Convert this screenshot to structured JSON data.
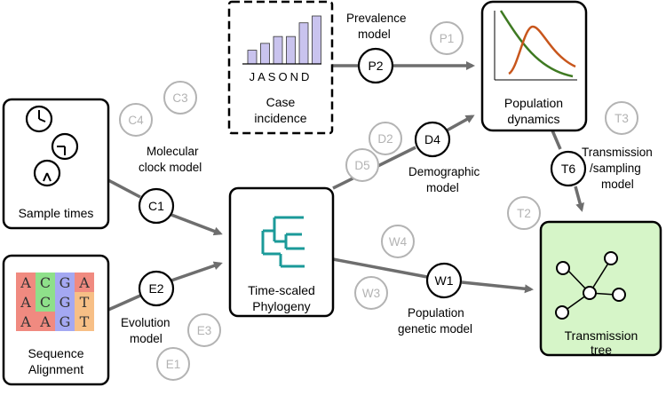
{
  "boxes": {
    "sample_times": "Sample times",
    "alignment_line1": "Sequence",
    "alignment_line2": "Alignment",
    "phylogeny_line1": "Time-scaled",
    "phylogeny_line2": "Phylogeny",
    "case_line1": "Case",
    "case_line2": "incidence",
    "population_line1": "Population",
    "population_line2": "dynamics",
    "transmission_line1": "Transmission",
    "transmission_line2": "tree"
  },
  "months": "JASOND",
  "alignment_grid": [
    [
      "A",
      "C",
      "G",
      "A"
    ],
    [
      "A",
      "C",
      "G",
      "T"
    ],
    [
      "A",
      "A",
      "G",
      "T"
    ]
  ],
  "model_nodes": {
    "c1": "C1",
    "e2": "E2",
    "p2": "P2",
    "d4": "D4",
    "w1": "W1",
    "t6": "T6"
  },
  "alternative_nodes": {
    "c3": "C3",
    "c4": "C4",
    "e1": "E1",
    "e3": "E3",
    "p1": "P1",
    "d2": "D2",
    "d5": "D5",
    "w3": "W3",
    "w4": "W4",
    "t2": "T2",
    "t3": "T3"
  },
  "model_labels": {
    "molecular_line1": "Molecular",
    "molecular_line2": "clock model",
    "evolution_line1": "Evolution",
    "evolution_line2": "model",
    "prevalence_line1": "Prevalence",
    "prevalence_line2": "model",
    "demographic_line1": "Demographic",
    "demographic_line2": "model",
    "popgen_line1": "Population",
    "popgen_line2": "genetic model",
    "transmission_line1": "Transmission",
    "transmission_line2": "/sampling",
    "transmission_line3": "model"
  },
  "colors": {
    "arrow": "#6e6e6e",
    "alt_node": "#b3b3b3",
    "tree_fill": "#d6f5c8",
    "phylo_teal": "#1b9a99",
    "bar_fill": "#c9c3ee",
    "curve_green": "#3f7a22",
    "curve_orange": "#c8561c",
    "cell_red": "#f08a80",
    "cell_green": "#8ee08a",
    "cell_blue": "#a4a8f2",
    "cell_orange": "#f7bf86"
  },
  "case_incidence_bars": [
    2,
    3,
    4,
    4,
    6,
    7
  ]
}
